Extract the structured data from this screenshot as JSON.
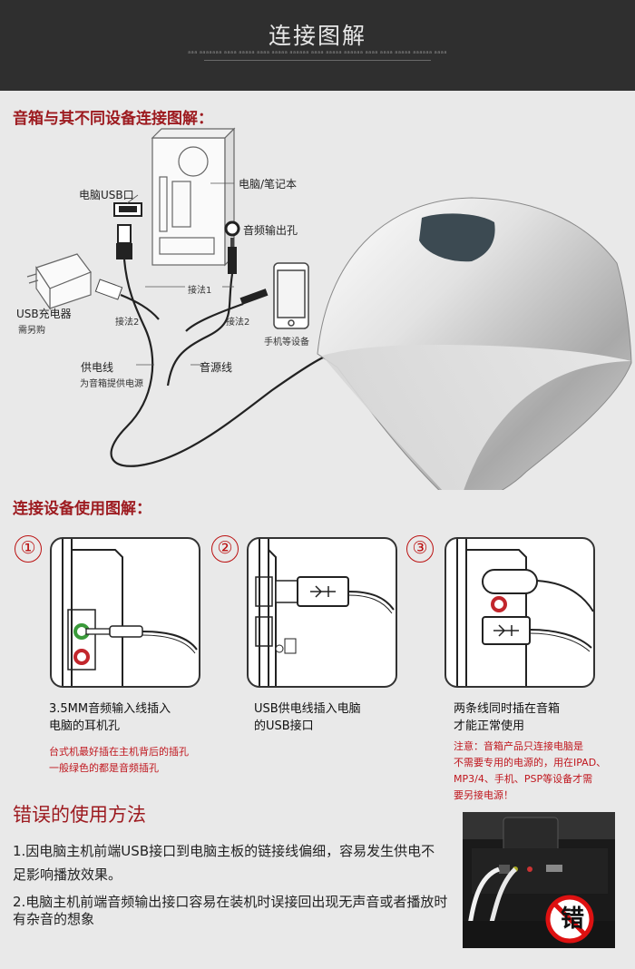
{
  "header": {
    "title": "连接图解",
    "subtitle": "aaa aaaaaaa aaaa aaaaa aaaa aaaaa aaaaaa aaaa aaaaa aaaaaa aaaa aaaa aaaaa aaaaaa aaaa"
  },
  "section1": {
    "title": "音箱与其不同设备连接图解：",
    "labels": {
      "pc_usb": "电脑USB口",
      "pc": "电脑/笔记本",
      "audio_out": "音频输出孔",
      "usb_charger": "USB充电器",
      "buy_separately": "需另购",
      "method1": "接法1",
      "method2a": "接法2",
      "method2b": "接法2",
      "phone": "手机等设备",
      "power_cable": "供电线",
      "power_cable_sub": "为音箱提供电源",
      "audio_cable": "音源线"
    }
  },
  "section2": {
    "title": "连接设备使用图解：",
    "panels": [
      {
        "num": "①",
        "caption1": "3.5MM音频输入线插入",
        "caption2": "电脑的耳机孔",
        "note1": "台式机最好插在主机背后的插孔",
        "note2": "一般绿色的都是音频插孔"
      },
      {
        "num": "②",
        "caption1": "USB供电线插入电脑",
        "caption2": "的USB接口"
      },
      {
        "num": "③",
        "caption1": "两条线同时插在音箱",
        "caption2": "才能正常使用",
        "note1": "注意：音箱产品只连接电脑是",
        "note2": "不需要专用的电源的，用在IPAD、",
        "note3": "MP3/4、手机、PSP等设备才需",
        "note4": "要另接电源！"
      }
    ]
  },
  "section3": {
    "title": "错误的使用方法",
    "item1": "1.因电脑主机前端USB接口到电脑主板的链接线偏细，容易发生供电不足影响播放效果。",
    "item2": "2.电脑主机前端音频输出接口容易在装机时误接回出现无声音或者播放时有杂音的想象",
    "badge": "错"
  }
}
